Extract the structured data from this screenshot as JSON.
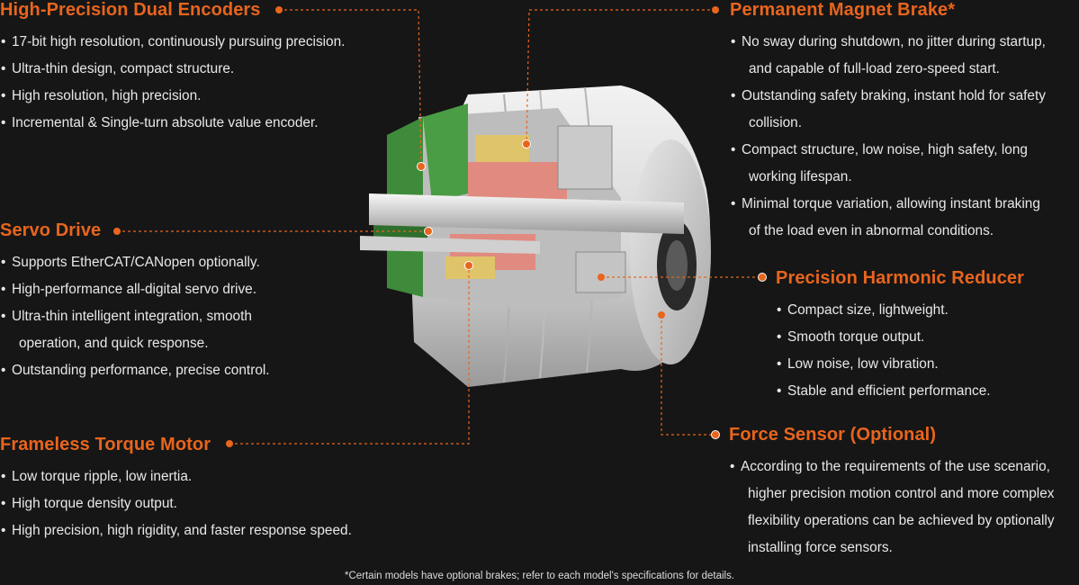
{
  "colors": {
    "background": "#161616",
    "accent": "#e8651d",
    "text": "#e8e8e8",
    "housing": "#d9d9d9",
    "pcb": "#3e8c3b",
    "rotor": "#e08a80",
    "magnet": "#e0c46a"
  },
  "sections": {
    "encoders": {
      "title": "High-Precision Dual Encoders",
      "items": [
        "17-bit high resolution, continuously pursuing precision.",
        "Ultra-thin design, compact structure.",
        "High resolution, high precision.",
        "Incremental & Single-turn absolute value encoder."
      ]
    },
    "servo": {
      "title": "Servo Drive",
      "items": [
        "Supports EtherCAT/CANopen optionally.",
        "High-performance all-digital servo drive.",
        "Ultra-thin intelligent integration, smooth",
        "operation, and quick response.",
        "Outstanding performance, precise control."
      ]
    },
    "motor": {
      "title": "Frameless Torque Motor",
      "items": [
        "Low torque ripple, low inertia.",
        "High torque density output.",
        "High precision, high rigidity, and faster response speed."
      ]
    },
    "brake": {
      "title": "Permanent Magnet Brake*",
      "items": [
        "No sway during shutdown, no jitter during startup,",
        "and capable of full-load zero-speed start.",
        "Outstanding safety braking, instant hold for safety",
        "collision.",
        "Compact structure, low noise, high safety, long",
        "working lifespan.",
        "Minimal torque variation, allowing instant braking",
        "of the load even in abnormal conditions."
      ]
    },
    "reducer": {
      "title": "Precision Harmonic Reducer",
      "items": [
        "Compact size, lightweight.",
        "Smooth torque output.",
        "Low noise, low vibration.",
        "Stable and efficient performance."
      ]
    },
    "sensor": {
      "title": "Force Sensor (Optional)",
      "items": [
        "According to the requirements of the use scenario,",
        "higher precision motion control and more complex",
        "flexibility operations can be achieved by optionally",
        "installing force sensors."
      ]
    }
  },
  "footnote": "*Certain models have optional brakes; refer to each model's specifications for details."
}
